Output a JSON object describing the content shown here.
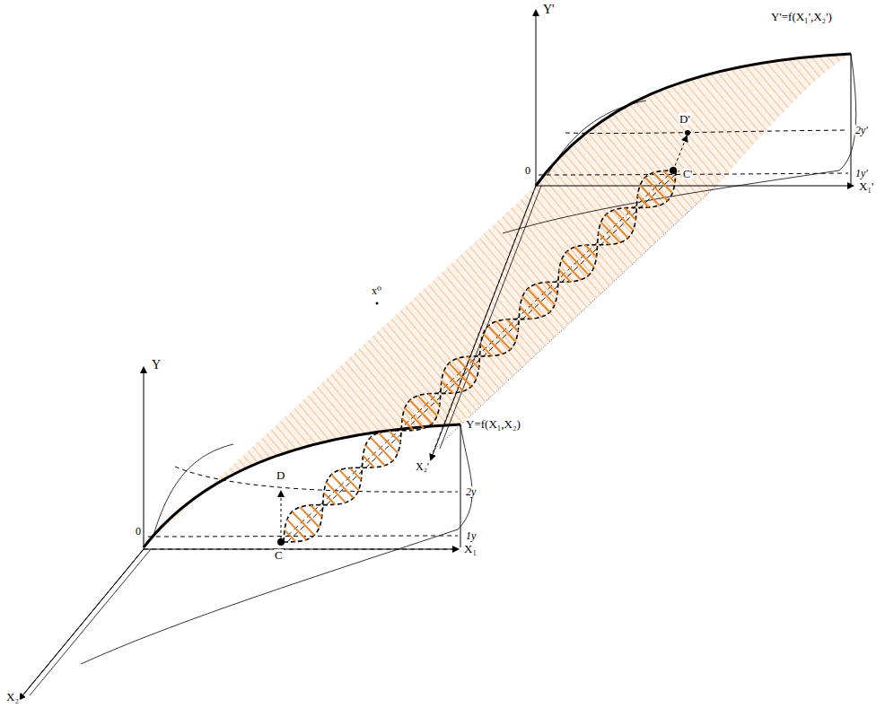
{
  "diagram": {
    "labels": [
      "Y'",
      "Y'=f(X₁',X₂')",
      "2y'",
      "1y'",
      "D'",
      "C'",
      "0",
      "X₁'",
      "X₂'",
      "x⁰",
      "Y",
      "Y=f(X₁,X₂)",
      "D",
      "2y",
      "1y",
      "0",
      "C",
      "X₁",
      "X₂"
    ]
  }
}
